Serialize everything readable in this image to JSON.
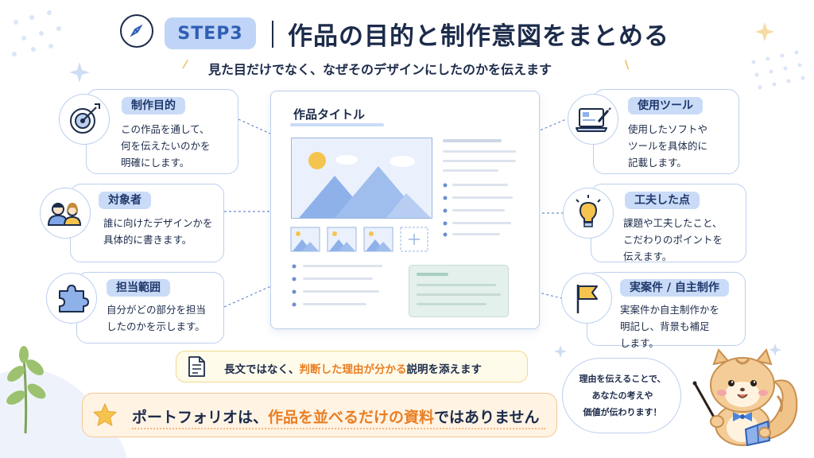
{
  "header": {
    "step_badge": "STEP3",
    "title": "作品の目的と制作意図をまとめる",
    "subtitle": "見た目だけでなく、なぜそのデザインにしたのかを伝えます"
  },
  "cards": {
    "purpose": {
      "label": "制作目的",
      "text": "この作品を通して、\n何を伝えたいのかを\n明確にします。",
      "icon": "target-icon"
    },
    "audience": {
      "label": "対象者",
      "text": "誰に向けたデザインかを\n具体的に書きます。",
      "icon": "people-icon"
    },
    "scope": {
      "label": "担当範囲",
      "text": "自分がどの部分を担当\nしたのかを示します。",
      "icon": "puzzle-icon"
    },
    "tools": {
      "label": "使用ツール",
      "text": "使用したソフトや\nツールを具体的に\n記載します。",
      "icon": "laptop-icon"
    },
    "ideas": {
      "label": "工夫した点",
      "text": "課題や工夫したこと、\nこだわりのポイントを\n伝えます。",
      "icon": "lightbulb-icon"
    },
    "project_type": {
      "label": "実案件 / 自主制作",
      "text": "実案件か自主制作かを\n明記し、背景も補足\nします。",
      "icon": "flag-icon"
    }
  },
  "document": {
    "title": "作品タイトル"
  },
  "note": {
    "pre": "長文ではなく、",
    "highlight": "判断した理由が分かる",
    "post": "説明を添えます"
  },
  "conclusion": {
    "pre": "ポートフォリオは、",
    "highlight1": "作品を並べるだけの資料",
    "post": "ではありません"
  },
  "bubble": {
    "text": "理由を伝えることで、\nあなたの考えや\n価値が伝わります！"
  },
  "colors": {
    "accent_blue": "#2f5fb4",
    "pill_bg": "#c9dbf7",
    "card_border": "#bcd0ee",
    "highlight_orange": "#ea7e22",
    "note_bg": "#fffbea"
  }
}
